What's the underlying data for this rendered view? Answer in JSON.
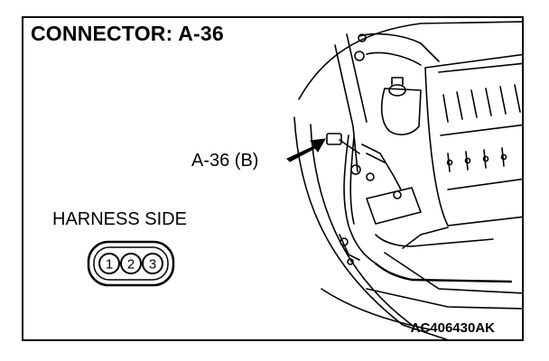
{
  "diagram": {
    "title": "CONNECTOR: A-36",
    "harness_label": "HARNESS SIDE",
    "callout_label": "A-36 (B)",
    "reference_code": "AC406430AK",
    "connector_pins": [
      "1",
      "2",
      "3"
    ]
  }
}
